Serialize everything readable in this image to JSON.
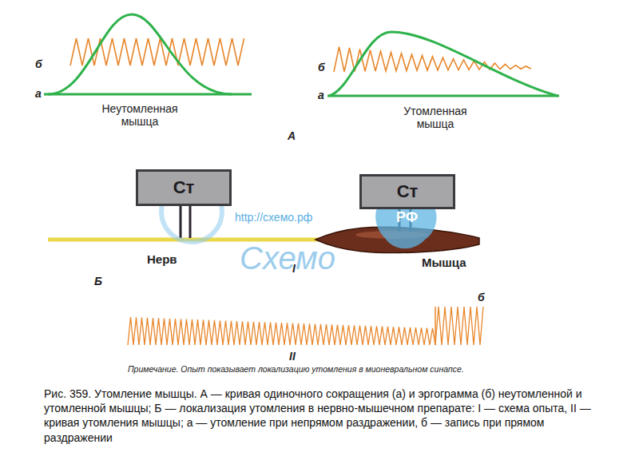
{
  "diagram": {
    "caption": "Рис. 359. Утомление мышцы. А — кривая одиночного сокращения (а) и эргограмма (б) неутомленной и утомленной мышцы; Б — локализация утомления в нервно-мышечном препарате: I — схема опыта, II — кривая утомления мышцы; а — утомление при непрямом раздражении, б — запись при прямом раздражении",
    "nodes": [
      {
        "text": [
          "Ст"
        ]
      },
      {
        "text": [
          "Ст"
        ]
      }
    ],
    "labels": [
      "б",
      "а",
      "Неутомленная мышца",
      "б",
      "а",
      "Утомленная мышца",
      "А",
      "Нерв",
      "I",
      "Мышца",
      "Б",
      "б",
      "II",
      "Примечание. Опыт показывает локализацию утомления в мионевральном синапсе.",
      "http://схемо.рф",
      "РФ",
      "Схемо"
    ]
  }
}
